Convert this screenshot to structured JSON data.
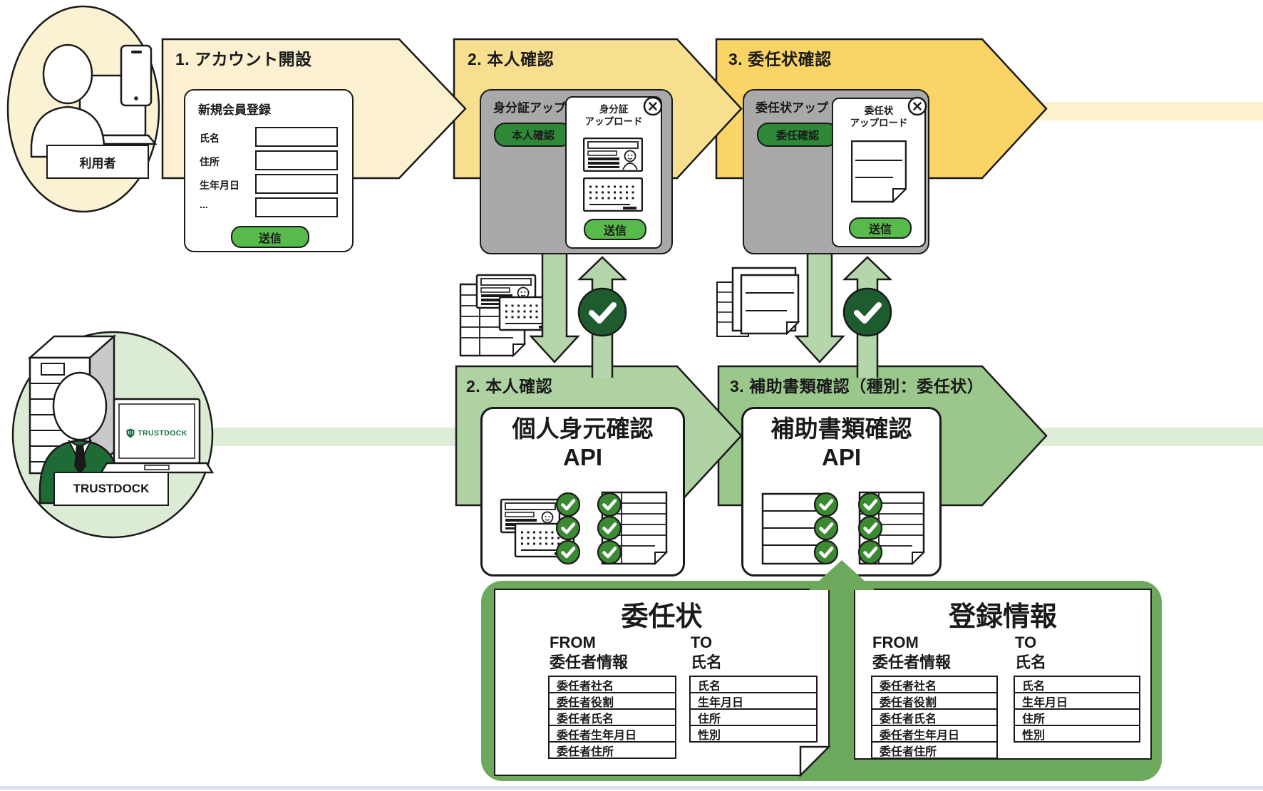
{
  "user_lane": {
    "actor_label": "利用者",
    "step1": {
      "label": "1. アカウント開設",
      "form": {
        "title": "新規会員登録",
        "fields": [
          "氏名",
          "住所",
          "生年月日",
          "..."
        ],
        "submit": "送信"
      }
    },
    "step2": {
      "label": "2. 本人確認",
      "screen_title": "身分証アップ",
      "action_button": "本人確認",
      "modal": {
        "title_line1": "身分証",
        "title_line2": "アップロード",
        "submit": "送信"
      }
    },
    "step3": {
      "label": "3. 委任状確認",
      "screen_title": "委任状アップ",
      "action_button": "委任確認",
      "modal": {
        "title_line1": "委任状",
        "title_line2": "アップロード",
        "submit": "送信"
      }
    }
  },
  "trustdock_lane": {
    "actor_label": "TRUSTDOCK",
    "laptop_logo_text": "TRUSTDOCK",
    "step2": {
      "label": "2. 本人確認",
      "api_line1": "個人身元確認",
      "api_line2": "API"
    },
    "step3": {
      "label": "3. 補助書類確認（種別：委任状）",
      "api_line1": "補助書類確認",
      "api_line2": "API"
    }
  },
  "result_panel": {
    "poa_card": {
      "title": "委任状",
      "from_label": "FROM",
      "from_subtitle": "委任者情報",
      "from_rows": [
        "委任者社名",
        "委任者役割",
        "委任者氏名",
        "委任者生年月日",
        "委任者住所"
      ],
      "to_label": "TO",
      "to_subtitle": "氏名",
      "to_rows": [
        "氏名",
        "生年月日",
        "住所",
        "性別"
      ]
    },
    "registry_card": {
      "title": "登録情報",
      "from_label": "FROM",
      "from_subtitle": "委任者情報",
      "from_rows": [
        "委任者社名",
        "委任者役割",
        "委任者氏名",
        "委任者生年月日",
        "委任者住所"
      ],
      "to_label": "TO",
      "to_subtitle": "氏名",
      "to_rows": [
        "氏名",
        "生年月日",
        "住所",
        "性別"
      ]
    }
  },
  "colors": {
    "yellow_band_1": "#FBF1D0",
    "yellow_band_2": "#F8DF90",
    "yellow_band_3": "#FAD466",
    "yellow_thin": "#FCF1CB",
    "green_band_2": "#AFD2A3",
    "green_band_3": "#9BC78C",
    "green_thin": "#DEEDD8",
    "user_circle": "#FBF2D4",
    "trustdock_circle": "#DCEBD3",
    "panel_green": "#6CA95C",
    "btn_green": "#57BA4A",
    "pill_green": "#2E8838",
    "check_dark": "#1E5B2D",
    "check_mid": "#3B8A33",
    "arrow_green": "#B5D6AB",
    "gray_card": "#A9A9A9",
    "suit_green": "#1E6B35",
    "logo_green": "#177245",
    "server_side": "#C9C9C9",
    "bottom_edge": "#D8E3F2"
  }
}
